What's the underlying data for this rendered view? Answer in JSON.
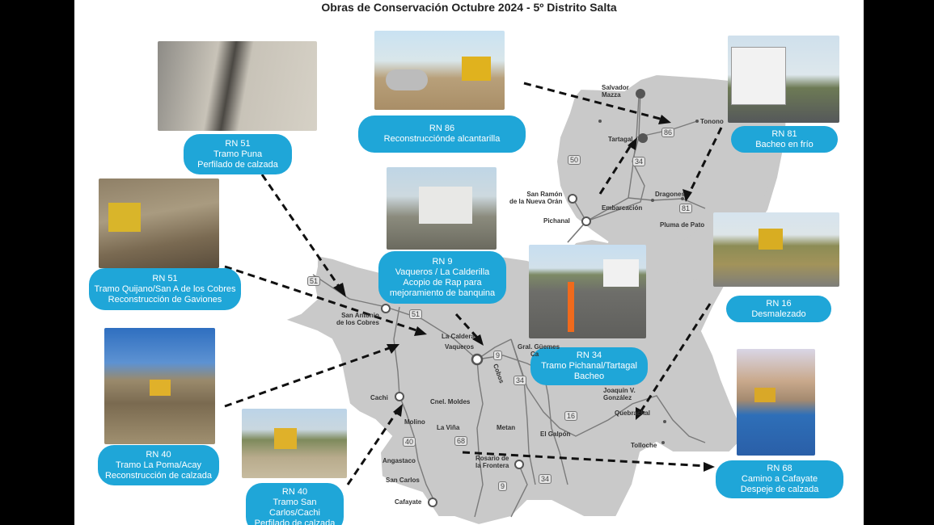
{
  "title": "Obras de Conservación Octubre 2024 - 5º Distrito Salta",
  "works": [
    {
      "lines": [
        "RN 51",
        "Tramo Puna",
        "Perfilado de calzada"
      ]
    },
    {
      "lines": [
        "RN 86",
        "Reconstrucciónde alcantarilla"
      ]
    },
    {
      "lines": [
        "RN 81",
        "Bacheo en frío"
      ]
    },
    {
      "lines": [
        "RN 51",
        "Tramo Quijano/San A de los Cobres",
        "Reconstrucción de Gaviones"
      ]
    },
    {
      "lines": [
        "RN 9",
        "Vaqueros / La Calderilla",
        "Acopio de Rap para",
        "mejoramiento de banquina"
      ]
    },
    {
      "lines": [
        "RN 16",
        "Desmalezado"
      ]
    },
    {
      "lines": [
        "RN 34",
        "Tramo Pichanal/Tartagal",
        "Bacheo"
      ]
    },
    {
      "lines": [
        "RN 40",
        "Tramo La Poma/Acay",
        "Reconstrucción de calzada"
      ]
    },
    {
      "lines": [
        "RN 40",
        "Tramo San",
        "Carlos/Cachi",
        "Perfilado de calzada"
      ]
    },
    {
      "lines": [
        "RN 68",
        "Camino a Cafayate",
        "Despeje de calzada"
      ]
    }
  ],
  "places": {
    "salvador_mazza": "Salvador\nMazza",
    "tartagal": "Tartagal",
    "tonono": "Tonono",
    "san_ramon": "San Ramón\nde la Nueva Orán",
    "pichanal": "Pichanal",
    "embarcacion": "Embarcación",
    "dragones": "Dragones",
    "pluma_de_pato": "Pluma de Pato",
    "san_antonio": "San Antonio\nde los Cobres",
    "la_caldera": "La Caldera",
    "vaqueros": "Vaqueros",
    "gral_guemes": "Gral. Güemes",
    "campo_quijano": "Ca",
    "cobos": "Cobos",
    "cachi": "Cachi",
    "cnel_moldes": "Cnel. Moldes",
    "molino": "Molino",
    "la_vina": "La Viña",
    "metan": "Metan",
    "el_galpon": "El Galpón",
    "joaquin_gonzalez": "Joaquín V.\nGonzález",
    "quebrachal": "Quebrachal",
    "tolloche": "Tolloche",
    "angastaco": "Angastaco",
    "rosario": "Rosario de\nla Frontera",
    "san_carlos": "San Carlos",
    "cafayate": "Cafayate"
  },
  "routes": {
    "r86": "86",
    "r34a": "34",
    "r50": "50",
    "r81": "81",
    "r51a": "51",
    "r51b": "51",
    "r9a": "9",
    "r34b": "34",
    "r16": "16",
    "r40": "40",
    "r68": "68",
    "r9b": "9",
    "r34c": "34"
  },
  "colors": {
    "label_bg": "#1fa6d8",
    "map_fill": "#c9c9c9",
    "map_stroke": "#ffffff",
    "arrow": "#111111"
  }
}
